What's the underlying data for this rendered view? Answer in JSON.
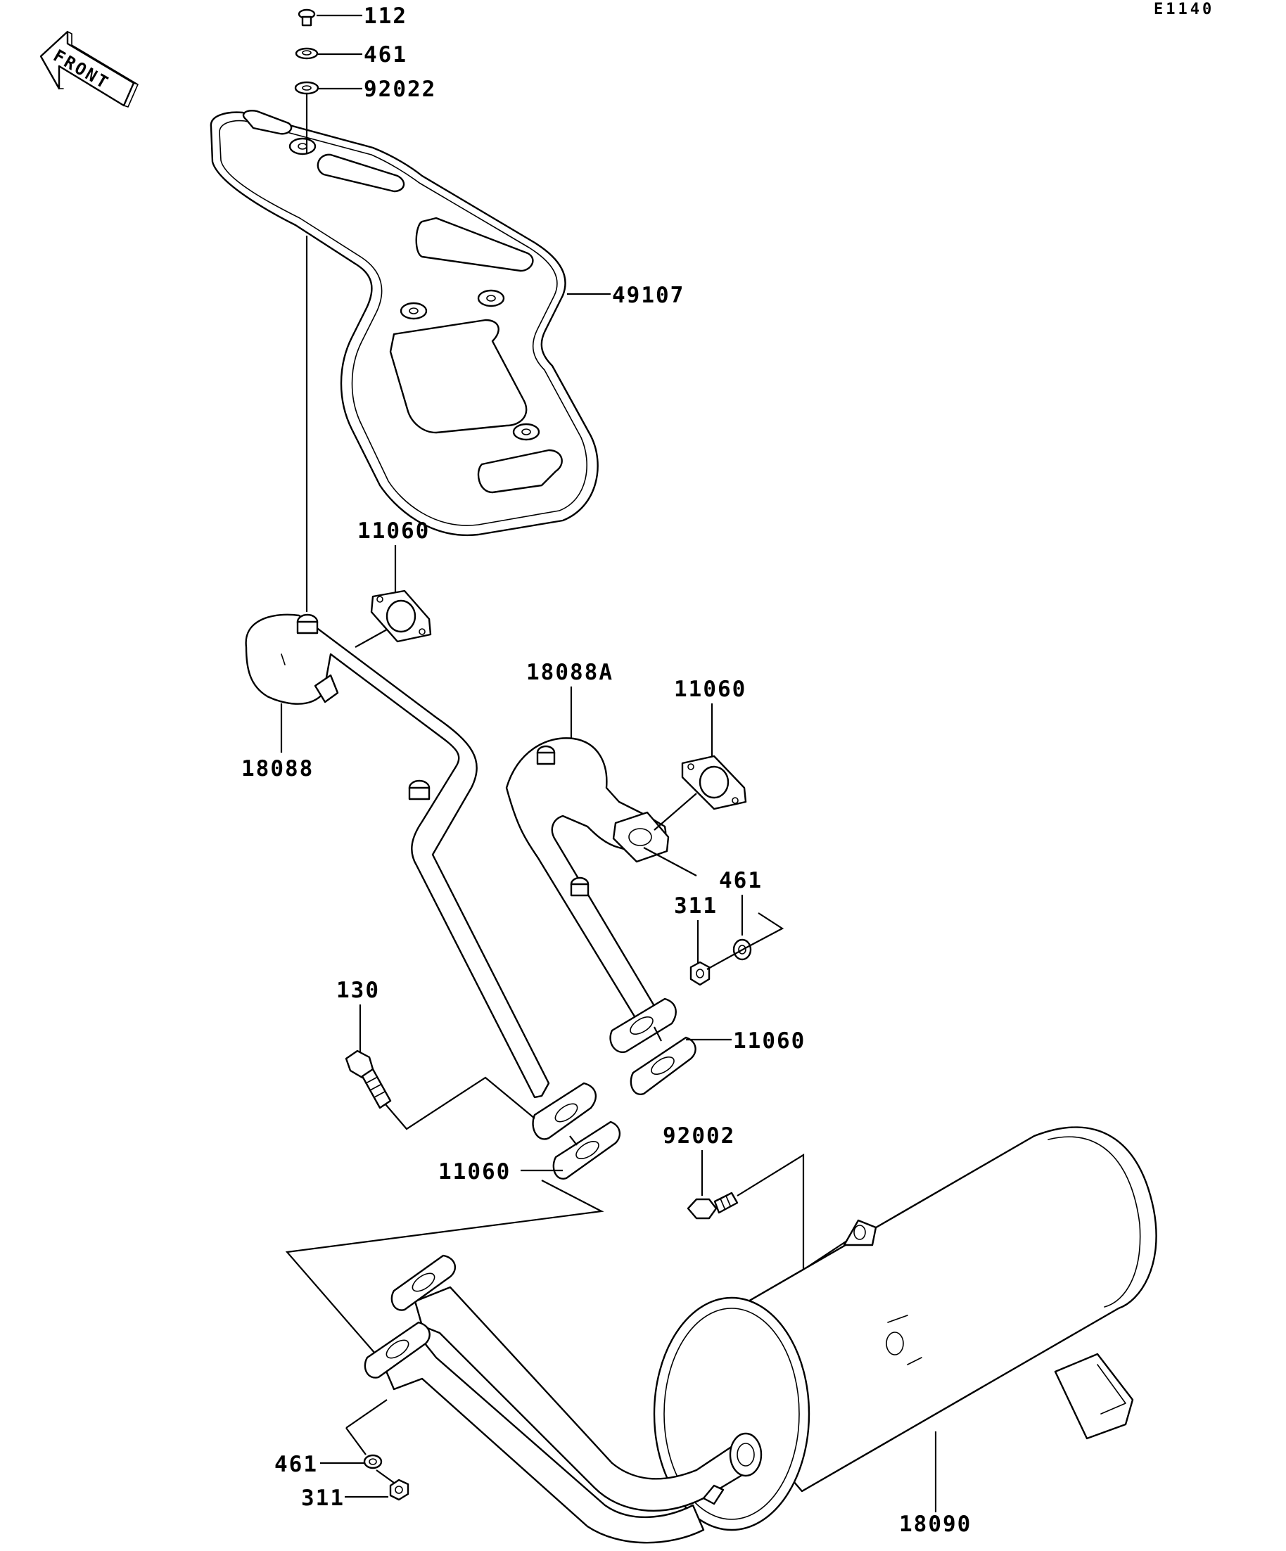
{
  "diagram_code": "E1140",
  "front_label": "FRONT",
  "parts": {
    "bolt_top": "112",
    "washer_top": "461",
    "washer_flat_top": "92022",
    "heat_guard": "49107",
    "gasket_upper_left": "11060",
    "pipe_left": "18088",
    "pipe_right": "18088A",
    "gasket_upper_right": "11060",
    "nut_right": "311",
    "washer_right": "461",
    "bolt_130": "130",
    "gasket_lower_right": "11060",
    "gasket_lower_left": "11060",
    "bolt_92002": "92002",
    "washer_bottom": "461",
    "nut_bottom": "311",
    "muffler": "18090"
  }
}
